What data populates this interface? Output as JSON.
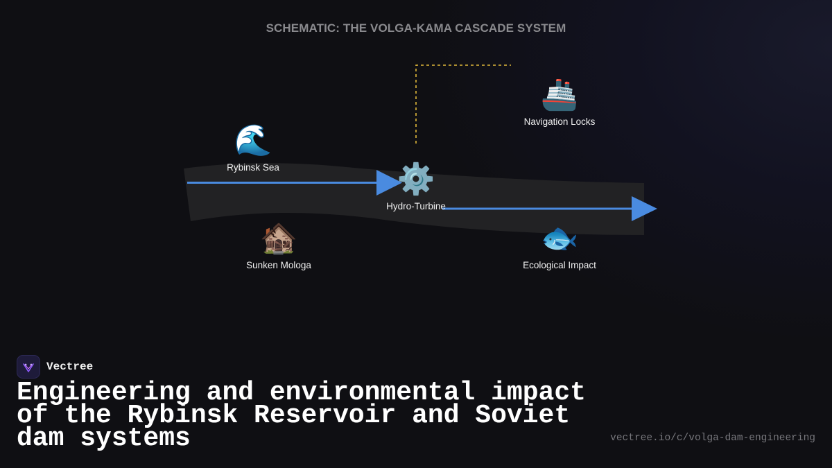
{
  "diagram": {
    "title": "SCHEMATIC: THE VOLGA-KAMA CASCADE SYSTEM",
    "colors": {
      "flow_arrow": "#4a8be0",
      "river_band": "#222224",
      "control_link": "#e0b83a"
    },
    "nodes": {
      "rybinsk_sea": {
        "icon": "water-wave-icon",
        "glyph": "🌊",
        "label": "Rybinsk Sea"
      },
      "hydro_turbine": {
        "icon": "gear-icon",
        "glyph": "⚙️",
        "label": "Hydro-Turbine"
      },
      "navigation_locks": {
        "icon": "ship-icon",
        "glyph": "🚢",
        "label": "Navigation Locks"
      },
      "sunken_mologa": {
        "icon": "derelict-house-icon",
        "glyph": "🏚️",
        "label": "Sunken Mologa"
      },
      "ecological_impact": {
        "icon": "fish-icon",
        "glyph": "🐟",
        "label": "Ecological Impact"
      }
    }
  },
  "footer": {
    "brand_name": "Vectree",
    "brand_icon": "vectree-logo-icon",
    "headline": "Engineering and environmental impact of the Rybinsk Reservoir and Soviet dam systems",
    "url": "vectree.io/c/volga-dam-engineering"
  }
}
